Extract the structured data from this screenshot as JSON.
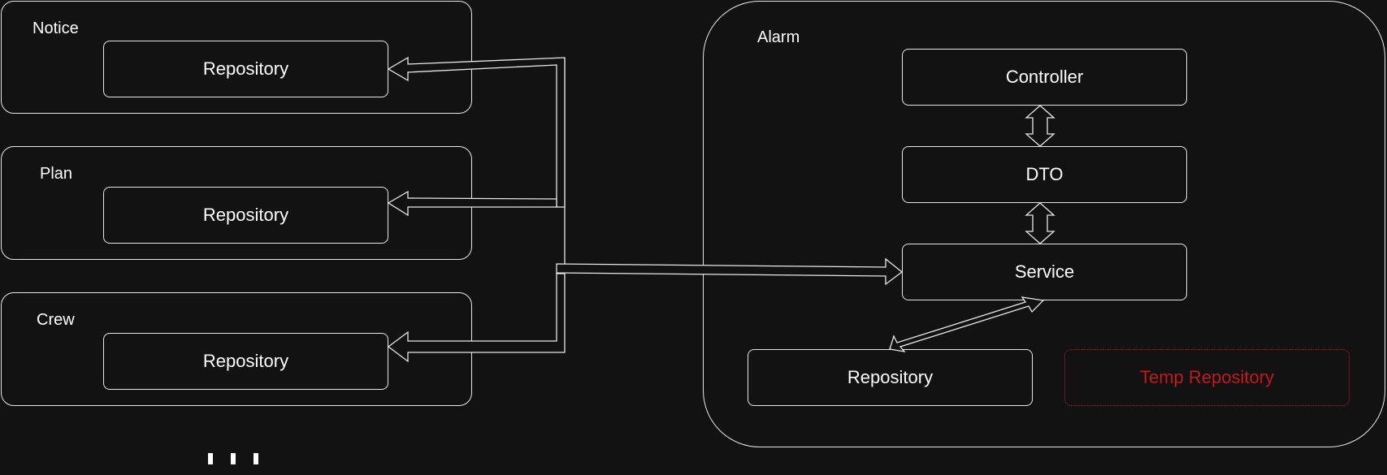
{
  "modules": {
    "notice": {
      "title": "Notice",
      "repository": "Repository"
    },
    "plan": {
      "title": "Plan",
      "repository": "Repository"
    },
    "crew": {
      "title": "Crew",
      "repository": "Repository"
    },
    "alarm": {
      "title": "Alarm",
      "controller": "Controller",
      "dto": "DTO",
      "service": "Service",
      "repository": "Repository",
      "temp_repository": "Temp Repository"
    }
  },
  "colors": {
    "background": "#121212",
    "stroke": "#e8e8e8",
    "temp_accent": "#c01a1a"
  }
}
